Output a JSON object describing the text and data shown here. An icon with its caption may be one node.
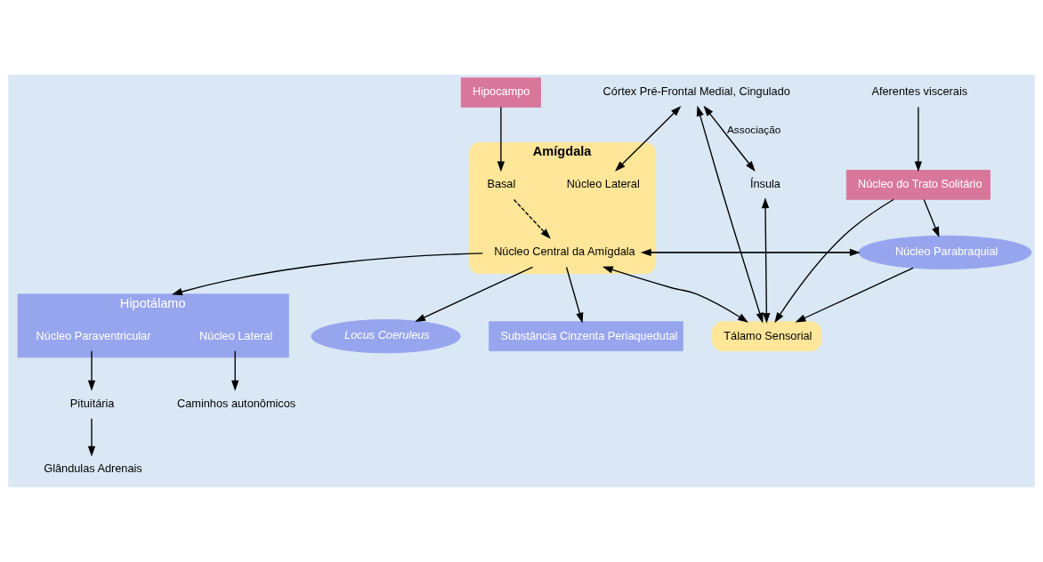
{
  "diagram": {
    "nodes": [
      {
        "text": [
          "Córtex Pré-Frontal Medial, Cingulado"
        ]
      },
      {
        "text": [
          "Ínsula"
        ]
      },
      {
        "text": [
          "Amígdala"
        ]
      },
      {
        "text": [
          "Núcleo Lateral"
        ],
        "in": 2
      },
      {
        "text": [
          "Basal"
        ],
        "in": 2
      },
      {
        "text": [
          "Núcleo Central da Amígdala"
        ],
        "in": 2
      },
      {
        "text": [
          "Hipocampo"
        ]
      },
      {
        "text": [
          "Tálamo Sensorial"
        ]
      },
      {
        "text": [
          "Hipotálamo"
        ]
      },
      {
        "text": [
          "Núcleo Paraventricular"
        ],
        "in": 8
      },
      {
        "text": [
          "Núcleo Lateral"
        ],
        "in": 8
      },
      {
        "text": [
          "Locus Coeruleus"
        ]
      },
      {
        "text": [
          "Substância Cinzenta Periaquedutal"
        ]
      },
      {
        "text": [
          "Núcleo Parabraquial"
        ]
      },
      {
        "text": [
          "Núcleo do Trato Solitário"
        ]
      },
      {
        "text": [
          "Pituitária"
        ]
      },
      {
        "text": [
          "Glândulas Adrenais"
        ]
      },
      {
        "text": [
          "Caminhos autonômicos"
        ]
      },
      {
        "text": [
          "Aferentes viscerais"
        ]
      }
    ],
    "edges": [
      {
        "from": 0,
        "to": 1,
        "arrow": "both",
        "label": "Associação"
      },
      {
        "from": 0,
        "to": 3,
        "arrow": "both"
      },
      {
        "from": 0,
        "to": 7,
        "arrow": "both"
      },
      {
        "from": 1,
        "to": 7,
        "arrow": "both"
      },
      {
        "from": 6,
        "to": 4,
        "arrow": "to"
      },
      {
        "from": 4,
        "to": 5,
        "arrow": "to",
        "style": "dashed"
      },
      {
        "from": 5,
        "to": 7,
        "arrow": "both"
      },
      {
        "from": 5,
        "to": 8,
        "arrow": "to"
      },
      {
        "from": 5,
        "to": 11,
        "arrow": "to"
      },
      {
        "from": 5,
        "to": 12,
        "arrow": "to"
      },
      {
        "from": 5,
        "to": 13,
        "arrow": "to"
      },
      {
        "from": 13,
        "to": 5,
        "arrow": "to"
      },
      {
        "from": 13,
        "to": 7,
        "arrow": "to"
      },
      {
        "from": 14,
        "to": 13,
        "arrow": "to"
      },
      {
        "from": 14,
        "to": 7,
        "arrow": "to"
      },
      {
        "from": 18,
        "to": 14,
        "arrow": "to"
      },
      {
        "from": 9,
        "to": 15,
        "arrow": "to"
      },
      {
        "from": 15,
        "to": 16,
        "arrow": "to"
      },
      {
        "from": 10,
        "to": 17,
        "arrow": "to"
      }
    ]
  }
}
